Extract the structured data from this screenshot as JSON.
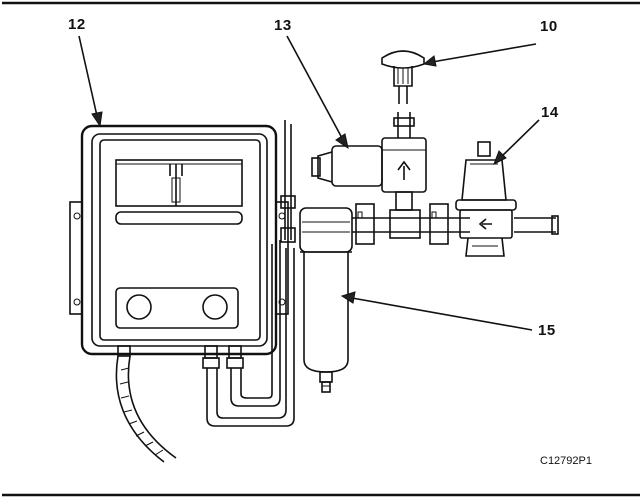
{
  "callouts": {
    "unit_12": "12",
    "unit_13": "13",
    "unit_10": "10",
    "unit_14": "14",
    "unit_15": "15"
  },
  "figure_code": "C12792P1",
  "colors": {
    "ink": "#111111",
    "paper": "#ffffff"
  }
}
